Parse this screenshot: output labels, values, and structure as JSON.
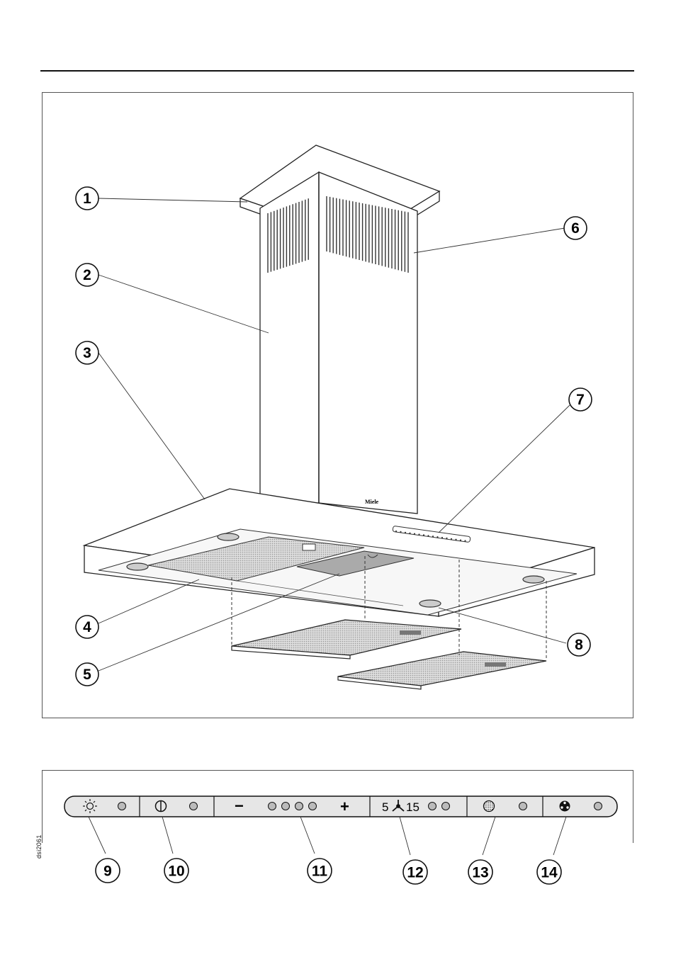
{
  "brand": "Miele",
  "drawing_code": "dsi2061",
  "callouts_main": [
    "1",
    "2",
    "3",
    "4",
    "5",
    "6",
    "7",
    "8"
  ],
  "callouts_panel": [
    "9",
    "10",
    "11",
    "12",
    "13",
    "14"
  ],
  "panel": {
    "fan_min": "5",
    "fan_max": "15",
    "minus": "−",
    "plus": "+"
  },
  "icons": [
    "light-icon",
    "power-icon",
    "minus-icon",
    "plus-icon",
    "fan-timer-icon",
    "grease-filter-icon",
    "odour-filter-icon"
  ]
}
